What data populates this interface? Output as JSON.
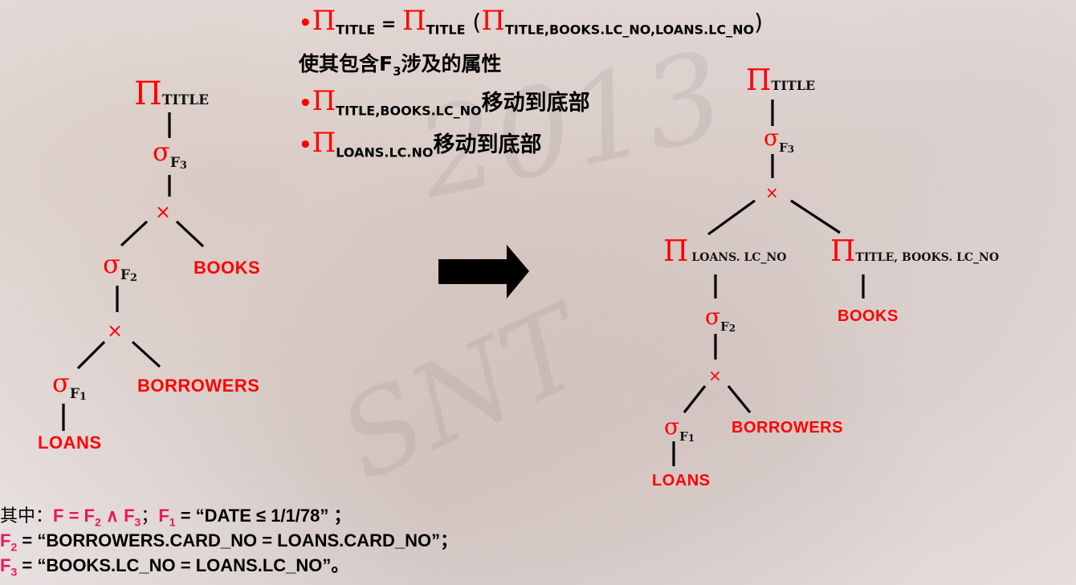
{
  "slide": {
    "background_watermarks": [
      "2013",
      "SNT"
    ],
    "bullets": [
      {
        "bullet": "•",
        "pi": "Π",
        "sub1": "TITLE",
        "eq": " = ",
        "pi2": "Π",
        "sub2": "TITLE",
        "paren_open": " (",
        "pi3": "Π",
        "sub3": "TITLE,BOOKS.LC_NO,LOANS.LC_NO",
        "paren_close": ")",
        "line2_prefix": "使其包含F",
        "line2_sub": "3",
        "line2_suffix": "涉及的属性"
      },
      {
        "bullet": "•",
        "pi": "Π",
        "sub": "TITLE,BOOKS.LC_NO",
        "text": "移动到底部"
      },
      {
        "bullet": "•",
        "pi": "Π",
        "sub": "LOANS.LC.NO",
        "text": "移动到底部"
      }
    ],
    "left_tree": {
      "root": {
        "op": "Π",
        "sub": "TITLE"
      },
      "select3": {
        "op": "σ",
        "sub": "F",
        "subsub": "3"
      },
      "cross1": "×",
      "select2": {
        "op": "σ",
        "sub": "F",
        "subsub": "2"
      },
      "books": "BOOKS",
      "cross2": "×",
      "select1": {
        "op": "σ",
        "sub": "F",
        "subsub": "1"
      },
      "borrowers": "BORROWERS",
      "loans": "LOANS"
    },
    "arrow": "right-arrow",
    "right_tree": {
      "root": {
        "op": "Π",
        "sub": "TITLE"
      },
      "select3": {
        "op": "σ",
        "sub": "F",
        "subsub": "3"
      },
      "cross1": "×",
      "proj_left": {
        "op": "Π",
        "sub": "LOANS. LC_NO"
      },
      "proj_right": {
        "op": "Π",
        "sub": "TITLE, BOOKS. LC_NO"
      },
      "books": "BOOKS",
      "select2": {
        "op": "σ",
        "sub": "F",
        "subsub": "2"
      },
      "cross2": "×",
      "select1": {
        "op": "σ",
        "sub": "F",
        "subsub": "1"
      },
      "borrowers": "BORROWERS",
      "loans": "LOANS"
    },
    "footer": {
      "line1": {
        "prefix": "其中：",
        "f_def": "F = F",
        "f_sub2": "2",
        "and": " ∧ F",
        "f_sub3": "3",
        "sep": "；",
        "f1": "F",
        "f1_sub": "1",
        "f1_def": " = “DATE ≤ 1/1/78” ；"
      },
      "line2": {
        "f": "F",
        "sub": "2",
        "def": " = “BORROWERS.CARD_NO = LOANS.CARD_NO”；"
      },
      "line3": {
        "f": "F",
        "sub": "3",
        "def": " = “BOOKS.LC_NO = LOANS.LC_NO”。"
      }
    },
    "colors": {
      "operator_red": "#ff0000",
      "footer_pink": "#e8175d",
      "text_black": "#000000"
    }
  }
}
